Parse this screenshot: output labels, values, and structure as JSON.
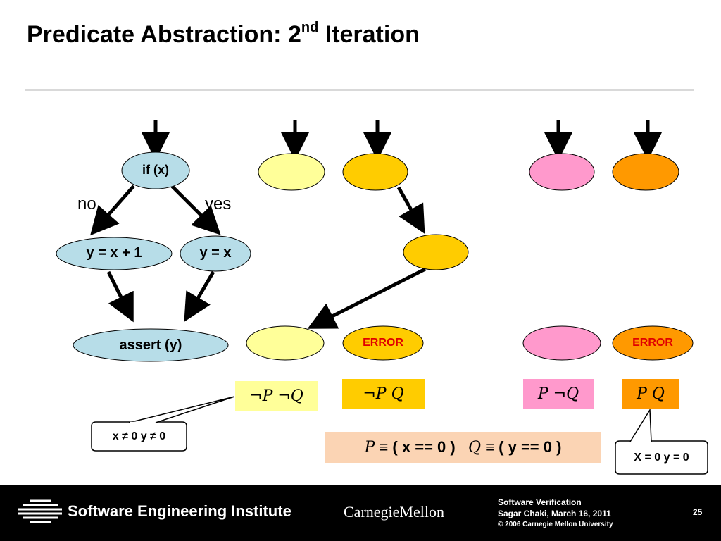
{
  "title": {
    "main": "Predicate Abstraction: 2",
    "sup": "nd",
    "tail": " Iteration"
  },
  "cfg": {
    "node_if": "if (x)",
    "branch_no": "no",
    "branch_yes": "yes",
    "node_inc": "y = x + 1",
    "node_assign": "y = x",
    "node_assert": "assert (y)"
  },
  "error_label": "ERROR",
  "predicates": {
    "notP_notQ": "¬P  ¬Q",
    "notP_Q": "¬P  Q",
    "P_notQ": "P  ¬Q",
    "P_Q": "P  Q"
  },
  "callouts": {
    "left": "x ≠ 0  y ≠ 0",
    "right": "X = 0  y = 0"
  },
  "definitions": {
    "p": "P",
    "p_def": " ≡ ( x == 0 )   ",
    "q": "Q",
    "q_def": " ≡ ( y == 0 )"
  },
  "colors": {
    "cfg_node": "#b7dde8",
    "light_yellow": "#ffff99",
    "gold": "#ffcc00",
    "pink": "#ff99cc",
    "orange": "#ff9900",
    "definitions_bg": "#fbd4b4",
    "error_text": "#e00000"
  },
  "footer": {
    "institute": "Software Engineering Institute",
    "university": "CarnegieMellon",
    "course": "Software Verification",
    "author_date": "Sagar Chaki, March 16, 2011",
    "copyright": "© 2006 Carnegie Mellon University",
    "page": "25"
  }
}
